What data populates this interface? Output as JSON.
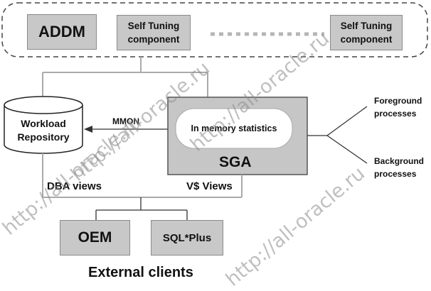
{
  "top_group": {
    "addm": "ADDM",
    "tuning_left_line1": "Self Tuning",
    "tuning_left_line2": "component",
    "tuning_right_line1": "Self Tuning",
    "tuning_right_line2": "component"
  },
  "workload_repository": {
    "line1": "Workload",
    "line2": "Repository"
  },
  "mmon": "MMON",
  "in_memory_statistics": "In memory statistics",
  "sga": "SGA",
  "foreground_processes": {
    "line1": "Foreground",
    "line2": "processes"
  },
  "background_processes": {
    "line1": "Background",
    "line2": "processes"
  },
  "dba_views": "DBA views",
  "v_views": "V$ Views",
  "oem": "OEM",
  "sqlplus": "SQL*Plus",
  "external_clients": "External clients",
  "watermark": "http://all-oracle.ru"
}
